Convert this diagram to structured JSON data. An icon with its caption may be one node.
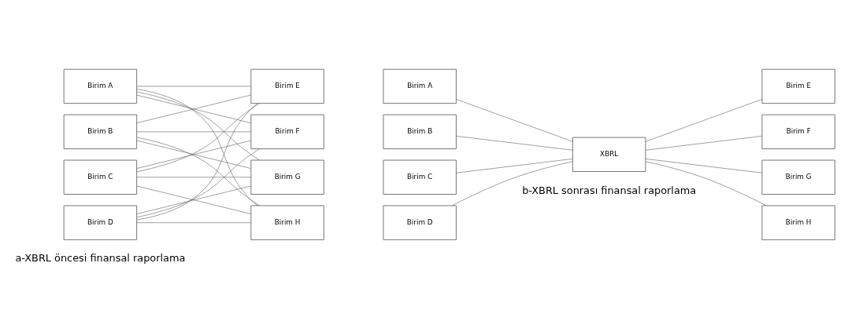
{
  "diagram": {
    "nodes": [
      {
        "text": [
          "Birim A"
        ]
      },
      {
        "text": [
          "Birim B"
        ]
      },
      {
        "text": [
          "Birim C"
        ]
      },
      {
        "text": [
          "Birim D"
        ]
      },
      {
        "text": [
          "Birim E"
        ]
      },
      {
        "text": [
          "Birim F"
        ]
      },
      {
        "text": [
          "Birim G"
        ]
      },
      {
        "text": [
          "Birim H"
        ]
      },
      {
        "text": [
          "Birim A"
        ]
      },
      {
        "text": [
          "Birim B"
        ]
      },
      {
        "text": [
          "Birim C"
        ]
      },
      {
        "text": [
          "Birim D"
        ]
      },
      {
        "text": [
          "XBRL"
        ]
      },
      {
        "text": [
          "Birim E"
        ]
      },
      {
        "text": [
          "Birim F"
        ]
      },
      {
        "text": [
          "Birim G"
        ]
      },
      {
        "text": [
          "Birim H"
        ]
      }
    ],
    "edges": [
      {
        "from": 0,
        "to": 4,
        "arrow": "none"
      },
      {
        "from": 0,
        "to": 5,
        "arrow": "none"
      },
      {
        "from": 0,
        "to": 6,
        "arrow": "none"
      },
      {
        "from": 0,
        "to": 7,
        "arrow": "none"
      },
      {
        "from": 1,
        "to": 4,
        "arrow": "none"
      },
      {
        "from": 1,
        "to": 5,
        "arrow": "none"
      },
      {
        "from": 1,
        "to": 6,
        "arrow": "none"
      },
      {
        "from": 1,
        "to": 7,
        "arrow": "none"
      },
      {
        "from": 2,
        "to": 4,
        "arrow": "none"
      },
      {
        "from": 2,
        "to": 5,
        "arrow": "none"
      },
      {
        "from": 2,
        "to": 6,
        "arrow": "none"
      },
      {
        "from": 2,
        "to": 7,
        "arrow": "none"
      },
      {
        "from": 3,
        "to": 4,
        "arrow": "none"
      },
      {
        "from": 3,
        "to": 5,
        "arrow": "none"
      },
      {
        "from": 3,
        "to": 6,
        "arrow": "none"
      },
      {
        "from": 3,
        "to": 7,
        "arrow": "none"
      },
      {
        "from": 8,
        "to": 12,
        "arrow": "none"
      },
      {
        "from": 9,
        "to": 12,
        "arrow": "none"
      },
      {
        "from": 10,
        "to": 12,
        "arrow": "none"
      },
      {
        "from": 11,
        "to": 12,
        "arrow": "none"
      },
      {
        "from": 12,
        "to": 13,
        "arrow": "none"
      },
      {
        "from": 12,
        "to": 14,
        "arrow": "none"
      },
      {
        "from": 12,
        "to": 15,
        "arrow": "none"
      },
      {
        "from": 12,
        "to": 16,
        "arrow": "none"
      }
    ],
    "labels": [
      "a-XBRL öncesi finansal raporlama",
      "b-XBRL sonrası finansal raporlama"
    ]
  }
}
